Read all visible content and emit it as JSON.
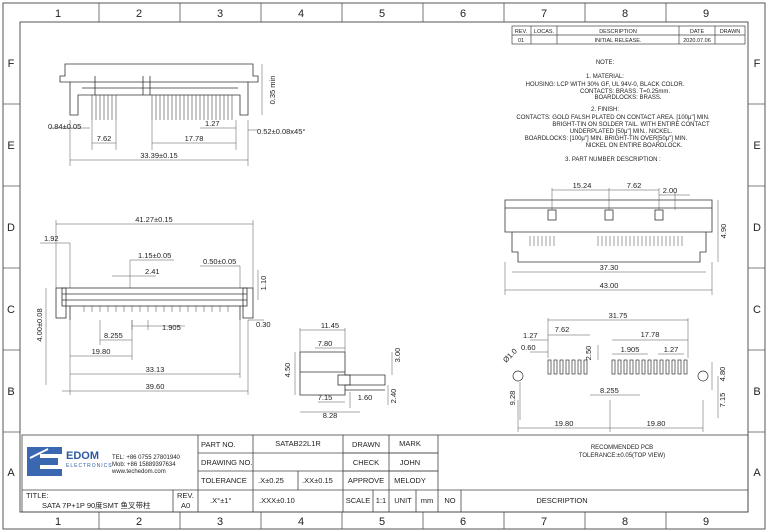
{
  "grid": {
    "columns": [
      "1",
      "2",
      "3",
      "4",
      "5",
      "6",
      "7",
      "8",
      "9"
    ],
    "rows": [
      "F",
      "E",
      "D",
      "C",
      "B",
      "A"
    ]
  },
  "revision_table": {
    "headers": [
      "REV.",
      "LOCAS.",
      "DESCRIPTION",
      "DATE",
      "DRAWN"
    ],
    "row": [
      "01",
      "",
      "INITIAL RELEASE.",
      "2020.07.06",
      ""
    ]
  },
  "notes": {
    "title": "NOTE:",
    "material_heading": "1. MATERIAL:",
    "material_lines": [
      "HOUSING: LCP WITH 30% GF, UL 94V-0, BLACK COLOR.",
      "CONTACTS: BRASS. T=0.25mm.",
      "BOARDLOCKS: BRASS."
    ],
    "finish_heading": "2. FINISH:",
    "finish_lines": [
      "CONTACTS:  GOLD FALSH PLATED ON CONTACT AREA. [100μ\"] MIN.",
      "BRIGHT-TIN ON SOLDER TAIL. WITH ENTIRE CONTACT",
      "UNDERPLATED  [50μ\"] MIN.. NICKEL.",
      "BOARDLOCKS: [100μ\"] MIN. BRIGHT-TIN OVER[50μ\"] MIN.",
      "NICKEL ON ENTIRE BOARDLOCK."
    ],
    "part_number_heading": "3. PART NUMBER DESCRIPTION :"
  },
  "dimensions": {
    "top_view": [
      "0.35 min",
      "0.84±0.05",
      "1.27",
      "0.52±0.08x45°",
      "7.62",
      "17.78",
      "33.39±0.15"
    ],
    "side_view": [
      "41.27±0.15",
      "1.92",
      "1.15±0.05",
      "0.50±0.05",
      "2.41",
      "1.10",
      "4.00±0.08",
      "0.30",
      "1.905",
      "8.255",
      "19.80",
      "33.13",
      "39.60"
    ],
    "end_view": [
      "11.45",
      "7.80",
      "3.00",
      "4.50",
      "7.15",
      "1.60",
      "2.40",
      "8.28"
    ],
    "front_view": [
      "15.24",
      "7.62",
      "2.00",
      "4.90",
      "37.30",
      "43.00"
    ],
    "pcb_view": [
      "31.75",
      "7.62",
      "17.78",
      "1.27",
      "0.60",
      "2.50",
      "1.905",
      "1.27",
      "Ø1.0",
      "8.255",
      "9.28",
      "4.80",
      "7.15",
      "19.80",
      "19.80"
    ]
  },
  "pcb_caption": {
    "line1": "RECOMMENDED PCB",
    "line2": "TOLERANCE:±0.05(TOP  VIEW)"
  },
  "company": {
    "name": "EDOM",
    "sub": "ELECTRONICS",
    "tel": "TEL: +86 0755 27801940",
    "mob": "Mob: +86 15889397634",
    "web": "www.techedom.com"
  },
  "title_block": {
    "part_no_label": "PART NO.",
    "part_no": "SATAB22L1R",
    "drawing_no_label": "DRAWING NO.",
    "tolerance_label": "TOLERANCE",
    "tol_1": ".X±0.25",
    "tol_2": ".XX±0.15",
    "tol_angle": ".X°±1°",
    "tol_3": ".XXX±0.10",
    "drawn_label": "DRAWN",
    "drawn_by": "MARK",
    "check_label": "CHECK",
    "check_by": "JOHN",
    "approve_label": "APPROVE",
    "approve_by": "MELODY",
    "scale_label": "SCALE",
    "scale": "1:1",
    "unit_label": "UNIT",
    "unit": "mm",
    "no_label": "NO",
    "description_label": "DESCRIPTION",
    "title_label": "TITLE:",
    "title": "SATA 7P+1P 90度SMT 鱼叉带柱",
    "rev_label": "REV.",
    "rev": "A0"
  }
}
